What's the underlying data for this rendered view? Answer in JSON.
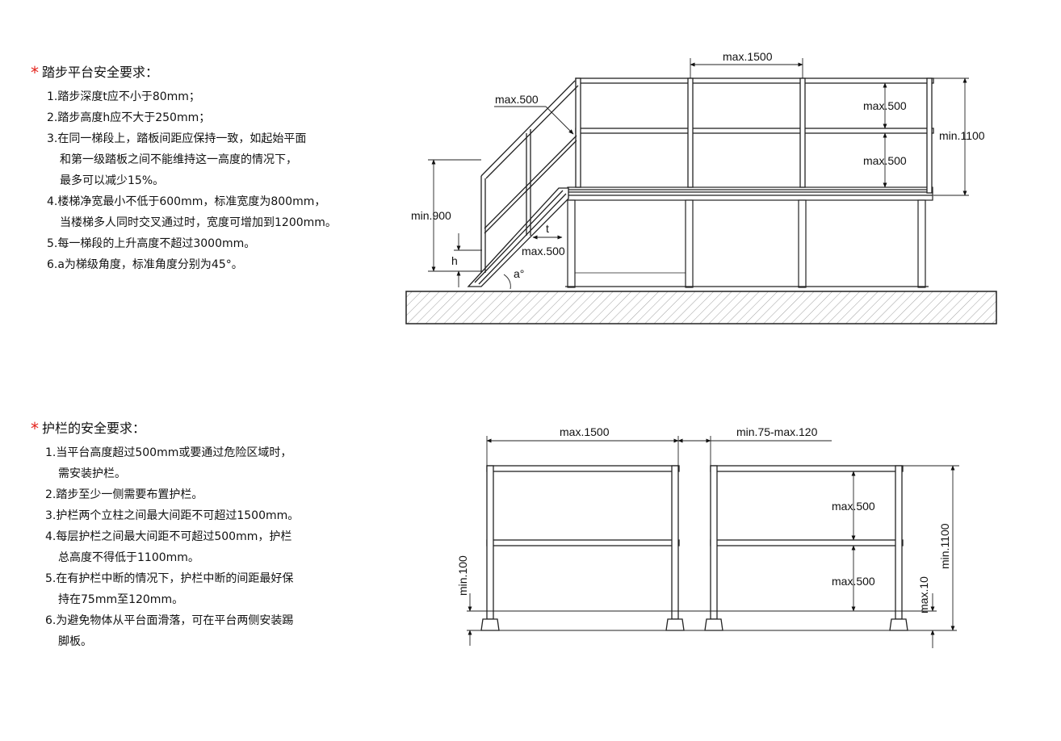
{
  "stair": {
    "title": "踏步平台安全要求：",
    "items": [
      [
        "1.踏步深度t应不小于80mm；"
      ],
      [
        "2.踏步高度h应不大于250mm；"
      ],
      [
        "3.在同一梯段上，踏板间距应保持一致，如起始平面",
        "和第一级踏板之间不能维持这一高度的情况下，",
        "最多可以减少15%。"
      ],
      [
        "4.楼梯净宽最小不低于600mm，标准宽度为800mm，",
        "当楼梯多人同时交叉通过时，宽度可增加到1200mm。"
      ],
      [
        "5.每一梯段的上升高度不超过3000mm。"
      ],
      [
        "6.a为梯级角度，标准角度分别为45°。"
      ]
    ]
  },
  "rail": {
    "title": "护栏的安全要求：",
    "items": [
      [
        "1.当平台高度超过500mm或要通过危险区域时，",
        "需安装护栏。"
      ],
      [
        "2.踏步至少一侧需要布置护栏。"
      ],
      [
        "3.护栏两个立柱之间最大间距不可超过1500mm。"
      ],
      [
        "4.每层护栏之间最大间距不可超过500mm，护栏",
        "总高度不得低于1100mm。"
      ],
      [
        "5.在有护栏中断的情况下，护栏中断的间距最好保",
        "持在75mm至120mm。"
      ],
      [
        "6.为避免物体从平台面滑落，可在平台两侧安装踢",
        "脚板。"
      ]
    ]
  },
  "diagram1": {
    "top_span": "max.1500",
    "diag": "max.500",
    "rail_gap_upper": "max.500",
    "rail_gap_lower": "max.500",
    "total_height": "min.1100",
    "stair_rail_height": "min.900",
    "tread_depth": "t",
    "riser": "h",
    "stair_width": "max.500",
    "angle": "a°"
  },
  "diagram2": {
    "post_span": "max.1500",
    "gap": "min.75-max.120",
    "rail_gap_upper": "max.500",
    "rail_gap_lower": "max.500",
    "total_height": "min.1100",
    "toe_gap": "max.10",
    "min_height": "min.100"
  }
}
